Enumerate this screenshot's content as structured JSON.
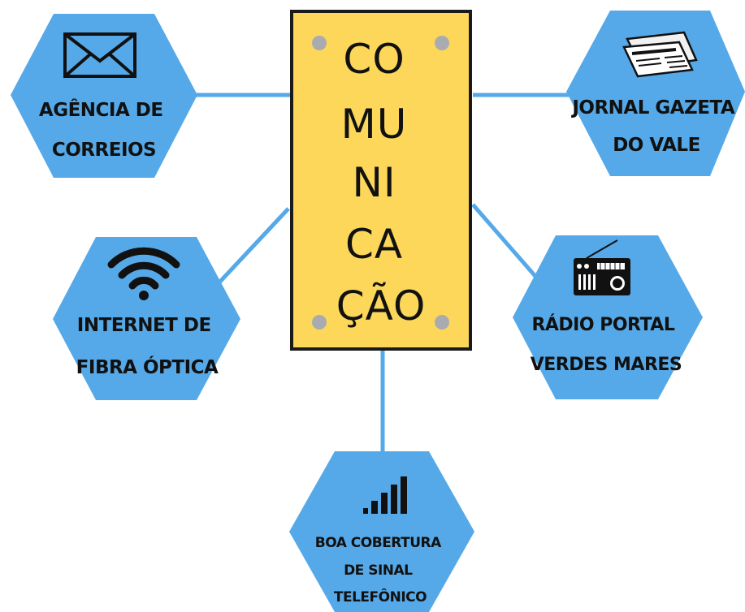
{
  "center": {
    "lines": [
      "CO",
      "MU",
      "NI",
      "CA",
      "ÇÃO"
    ],
    "fill_color": "#fcd75a",
    "border_color": "#1a1a1a",
    "pin_color": "#a9abb0"
  },
  "hex_color": "#56a9e8",
  "nodes": {
    "correios": {
      "lines": [
        "AGÊNCIA DE",
        "CORREIOS"
      ],
      "icon": "envelope-icon"
    },
    "jornal": {
      "lines": [
        "JORNAL GAZETA",
        "DO VALE"
      ],
      "icon": "newspaper-icon"
    },
    "internet": {
      "lines": [
        "INTERNET DE",
        "FIBRA ÓPTICA"
      ],
      "icon": "wifi-icon"
    },
    "radio": {
      "lines": [
        "RÁDIO PORTAL",
        "VERDES MARES"
      ],
      "icon": "radio-icon"
    },
    "sinal": {
      "lines": [
        "BOA COBERTURA",
        "DE SINAL",
        "TELEFÔNICO"
      ],
      "icon": "signal-bars-icon"
    }
  }
}
